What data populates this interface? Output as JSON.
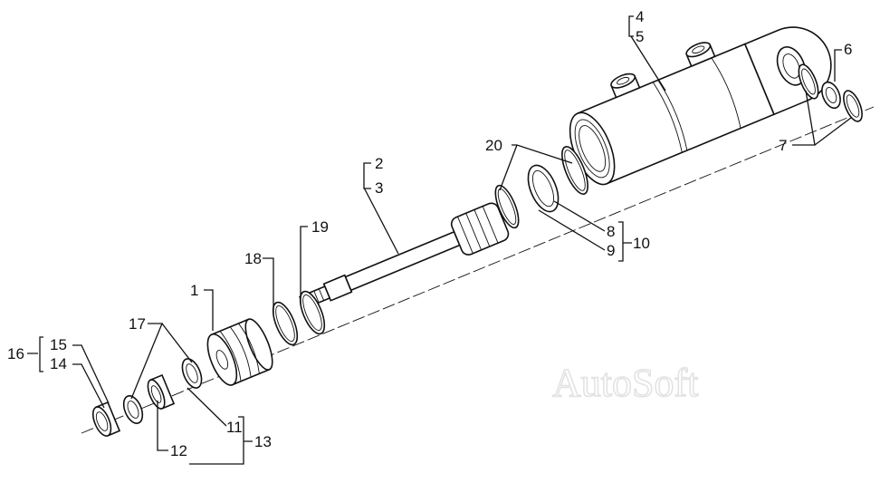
{
  "labels": {
    "p1": "1",
    "p2": "2",
    "p3": "3",
    "p4": "4",
    "p5": "5",
    "p6": "6",
    "p7": "7",
    "p8": "8",
    "p9": "9",
    "p10": "10",
    "p11": "11",
    "p12": "12",
    "p13": "13",
    "p14": "14",
    "p15": "15",
    "p16": "16",
    "p17": "17",
    "p18": "18",
    "p19": "19",
    "p20": "20"
  },
  "watermark": "AutoSoft"
}
